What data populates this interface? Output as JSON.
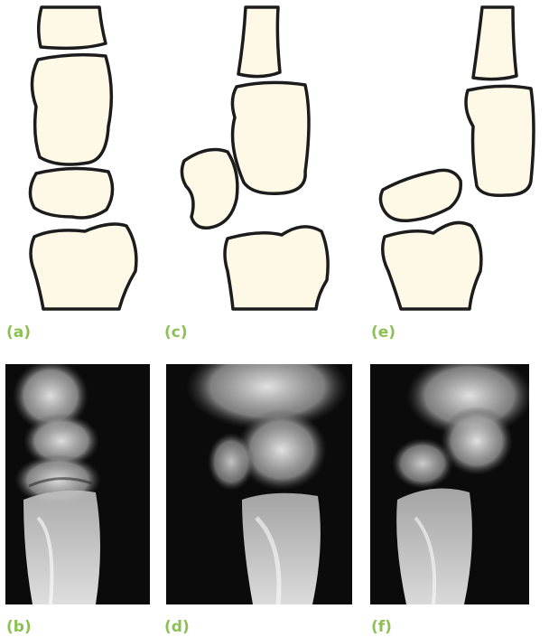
{
  "panels": {
    "a": {
      "label": "(a)"
    },
    "b": {
      "label": "(b)"
    },
    "c": {
      "label": "(c)"
    },
    "d": {
      "label": "(d)"
    },
    "e": {
      "label": "(e)"
    },
    "f": {
      "label": "(f)"
    }
  },
  "colors": {
    "label": "#8cc152",
    "bone_fill": "#fdf9e6",
    "bone_outline": "#1c1c1c",
    "xray_background": "#0b0b0b"
  }
}
